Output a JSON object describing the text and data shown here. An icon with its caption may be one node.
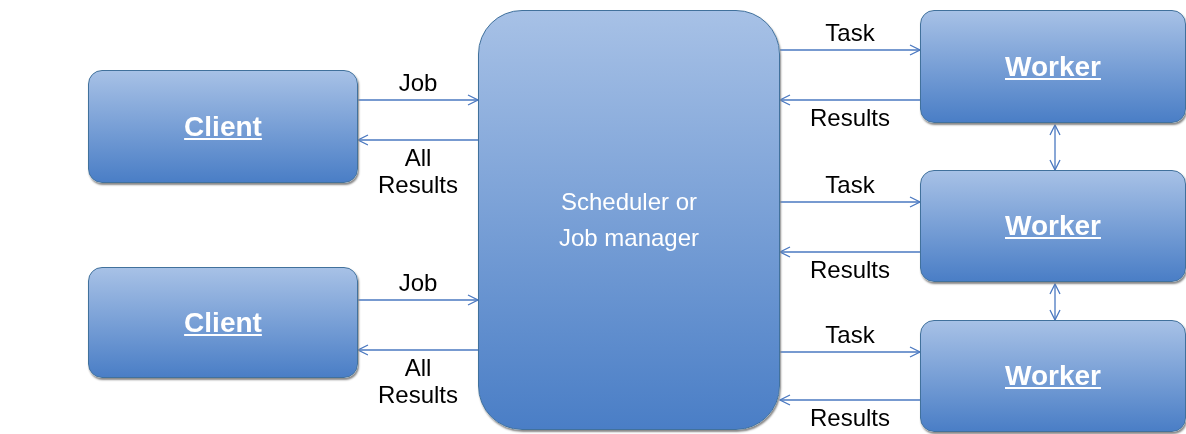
{
  "diagram": {
    "nodes": [
      {
        "text": [
          "Client"
        ]
      },
      {
        "text": [
          "Client"
        ]
      },
      {
        "text": [
          "Scheduler or Job manager"
        ]
      },
      {
        "text": [
          "Worker"
        ]
      },
      {
        "text": [
          "Worker"
        ]
      },
      {
        "text": [
          "Worker"
        ]
      }
    ],
    "edges": [
      {
        "from": 0,
        "to": 2,
        "arrow": "to",
        "label": "Job"
      },
      {
        "from": 2,
        "to": 0,
        "arrow": "to",
        "label": "All Results"
      },
      {
        "from": 1,
        "to": 2,
        "arrow": "to",
        "label": "Job"
      },
      {
        "from": 2,
        "to": 1,
        "arrow": "to",
        "label": "All Results"
      },
      {
        "from": 2,
        "to": 3,
        "arrow": "to",
        "label": "Task"
      },
      {
        "from": 3,
        "to": 2,
        "arrow": "to",
        "label": "Results"
      },
      {
        "from": 2,
        "to": 4,
        "arrow": "to",
        "label": "Task"
      },
      {
        "from": 4,
        "to": 2,
        "arrow": "to",
        "label": "Results"
      },
      {
        "from": 2,
        "to": 5,
        "arrow": "to",
        "label": "Task"
      },
      {
        "from": 5,
        "to": 2,
        "arrow": "to",
        "label": "Results"
      },
      {
        "from": 3,
        "to": 4,
        "arrow": "both"
      },
      {
        "from": 4,
        "to": 5,
        "arrow": "both"
      }
    ]
  }
}
